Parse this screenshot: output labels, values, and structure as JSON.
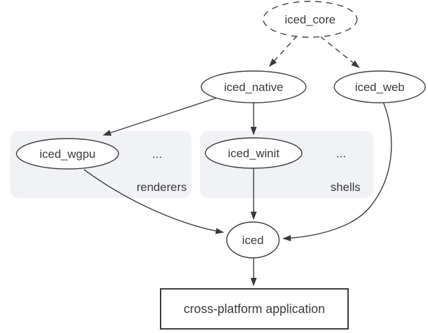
{
  "colors": {
    "background": "#ffffff",
    "stroke": "#3a3a3a",
    "text": "#3a3a3a",
    "node_fill": "#ffffff",
    "group_fill": "#f0f2f5",
    "accent_blue": "#1a73e8"
  },
  "nodes": {
    "iced_core": {
      "label": "iced_core",
      "shape": "ellipse",
      "border": "dashed"
    },
    "iced_native": {
      "label": "iced_native",
      "shape": "ellipse",
      "border": "solid"
    },
    "iced_web": {
      "label": "iced_web",
      "shape": "ellipse",
      "border": "solid"
    },
    "iced_wgpu": {
      "label": "iced_wgpu",
      "shape": "ellipse",
      "border": "solid"
    },
    "iced_winit": {
      "label": "iced_winit",
      "shape": "ellipse",
      "border": "solid"
    },
    "iced": {
      "label": "iced",
      "shape": "ellipse",
      "border": "solid"
    },
    "application": {
      "label": "cross-platform application",
      "shape": "rectangle",
      "border": "solid"
    }
  },
  "groups": {
    "renderers": {
      "label": "renderers",
      "ellipsis": "...",
      "contains": [
        "iced_wgpu"
      ]
    },
    "shells": {
      "label": "shells",
      "ellipsis": "...",
      "contains": [
        "iced_winit"
      ]
    }
  },
  "edges": [
    {
      "from": "iced_core",
      "to": "iced_native",
      "style": "dashed"
    },
    {
      "from": "iced_core",
      "to": "iced_web",
      "style": "dashed"
    },
    {
      "from": "iced_native",
      "to": "iced_wgpu",
      "style": "solid"
    },
    {
      "from": "iced_native",
      "to": "iced_winit",
      "style": "solid"
    },
    {
      "from": "iced_winit",
      "to": "iced",
      "style": "solid"
    },
    {
      "from": "iced_wgpu",
      "to": "iced",
      "style": "solid"
    },
    {
      "from": "iced_web",
      "to": "iced",
      "style": "solid"
    },
    {
      "from": "iced",
      "to": "application",
      "style": "solid"
    }
  ]
}
